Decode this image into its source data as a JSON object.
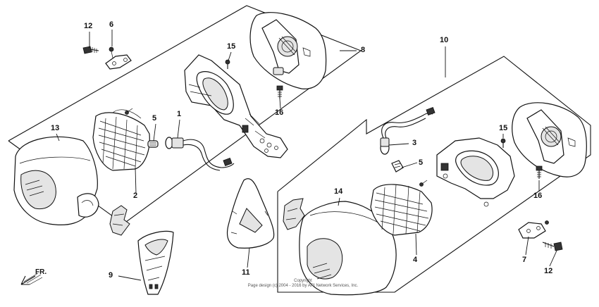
{
  "callouts": {
    "c1": "1",
    "c2": "2",
    "c3": "3",
    "c4": "4",
    "c5a": "5",
    "c5b": "5",
    "c6": "6",
    "c7": "7",
    "c8": "8",
    "c9": "9",
    "c10": "10",
    "c11": "11",
    "c12a": "12",
    "c12b": "12",
    "c13": "13",
    "c14": "14",
    "c15a": "15",
    "c15b": "15",
    "c16a": "16",
    "c16b": "16"
  },
  "direction_label": "FR.",
  "copyright": {
    "line1": "Copyright",
    "line2": "Page design (c) 2004 - 2016 by ARI Network Services, Inc."
  }
}
